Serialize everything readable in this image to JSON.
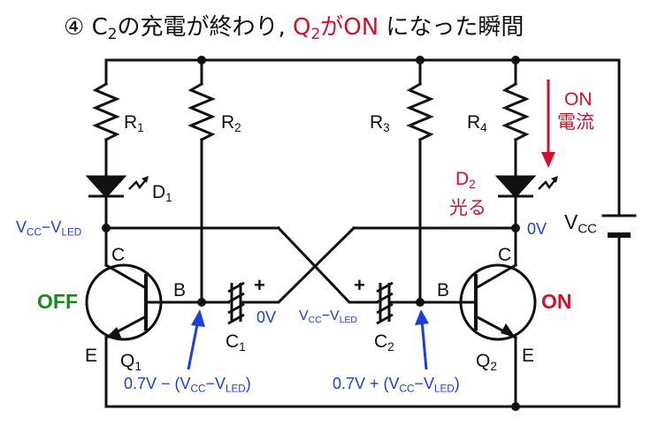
{
  "title": {
    "part1": "④ C",
    "part1_sub": "2",
    "part2": "の充電が終わり, ",
    "part3": "Q",
    "part3_sub": "2",
    "part4": "がON",
    "part5": " になった瞬間"
  },
  "components": {
    "r1": "R",
    "r1_sub": "1",
    "r2": "R",
    "r2_sub": "2",
    "r3": "R",
    "r3_sub": "3",
    "r4": "R",
    "r4_sub": "4",
    "d1": "D",
    "d1_sub": "1",
    "d2": "D",
    "d2_sub": "2",
    "c1": "C",
    "c1_sub": "1",
    "c2": "C",
    "c2_sub": "2",
    "q1": "Q",
    "q1_sub": "1",
    "q2": "Q",
    "q2_sub": "2",
    "vcc": "V",
    "vcc_sub": "CC"
  },
  "terminals": {
    "c_left": "C",
    "b_left": "B",
    "e_left": "E",
    "c_right": "C",
    "b_right": "B",
    "e_right": "E",
    "plus": "+"
  },
  "annotations": {
    "on_current_1": "ON",
    "on_current_2": "電流",
    "d2_glow": "光る",
    "off": "OFF",
    "on": "ON",
    "zero_v_right": "0V",
    "zero_v_c1": "0V",
    "vcc_vled_left": "V",
    "vcc_vled_left_sub1": "CC",
    "vcc_vled_left_mid": "−V",
    "vcc_vled_left_sub2": "LED",
    "vcc_vled_c2": "V",
    "vcc_vled_c2_sub1": "CC",
    "vcc_vled_c2_mid": "−V",
    "vcc_vled_c2_sub2": "LED",
    "b1_voltage_pre": "0.7V − (V",
    "b1_voltage_sub1": "CC",
    "b1_voltage_mid": "−V",
    "b1_voltage_sub2": "LED",
    "b1_voltage_post": ")",
    "b2_voltage_pre": "0.7V + (V",
    "b2_voltage_sub1": "CC",
    "b2_voltage_mid": "−V",
    "b2_voltage_sub2": "LED",
    "b2_voltage_post": ")"
  },
  "colors": {
    "wire": "#111111",
    "blue": "#1a3fe0",
    "red": "#d0122d",
    "green": "#1a8a1a"
  }
}
